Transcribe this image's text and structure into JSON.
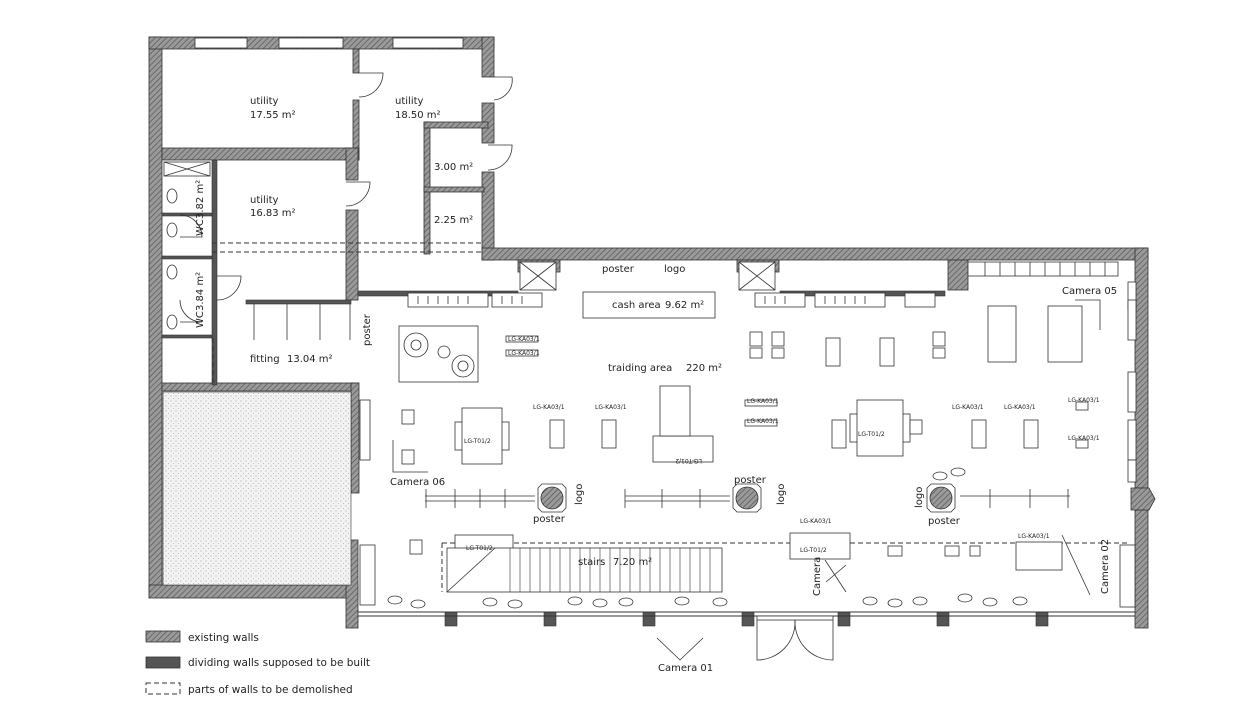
{
  "rooms": {
    "utility_1": {
      "name": "utility",
      "area": "17.55 m²"
    },
    "utility_2": {
      "name": "utility",
      "area": "18.50 m²"
    },
    "utility_3": {
      "name": "utility",
      "area": "16.83 m²"
    },
    "store_1": {
      "area": "3.00 m²"
    },
    "store_2": {
      "area": "2.25 m²"
    },
    "wc_1": {
      "name": "WC",
      "area": "3.82 m²"
    },
    "wc_2": {
      "name": "WC",
      "area": "3.84 m²"
    },
    "fitting": {
      "name": "fitting",
      "area": "13.04 m²"
    },
    "cash": {
      "name": "cash area",
      "area": "9.62 m²"
    },
    "trading": {
      "name": "traiding area",
      "area": "220 m²"
    },
    "stairs": {
      "name": "stairs",
      "area": "7.20 m²"
    }
  },
  "labels": {
    "poster": "poster",
    "logo": "logo",
    "camera_01": "Camera 01",
    "camera_02": "Camera 02",
    "camera_03": "Camera",
    "camera_05": "Camera 05",
    "camera_06": "Camera 06",
    "lg_ka": "LG-KA03/1",
    "lg_t": "LG-T01/2"
  },
  "legend": [
    {
      "label": "existing walls",
      "style": "hatched"
    },
    {
      "label": "dividing walls supposed to be built",
      "style": "solid"
    },
    {
      "label": "parts of walls to be demolished",
      "style": "dashed"
    }
  ],
  "colors": {
    "wall_hatch": "#777777",
    "new_wall": "#555555",
    "line": "#333333"
  }
}
